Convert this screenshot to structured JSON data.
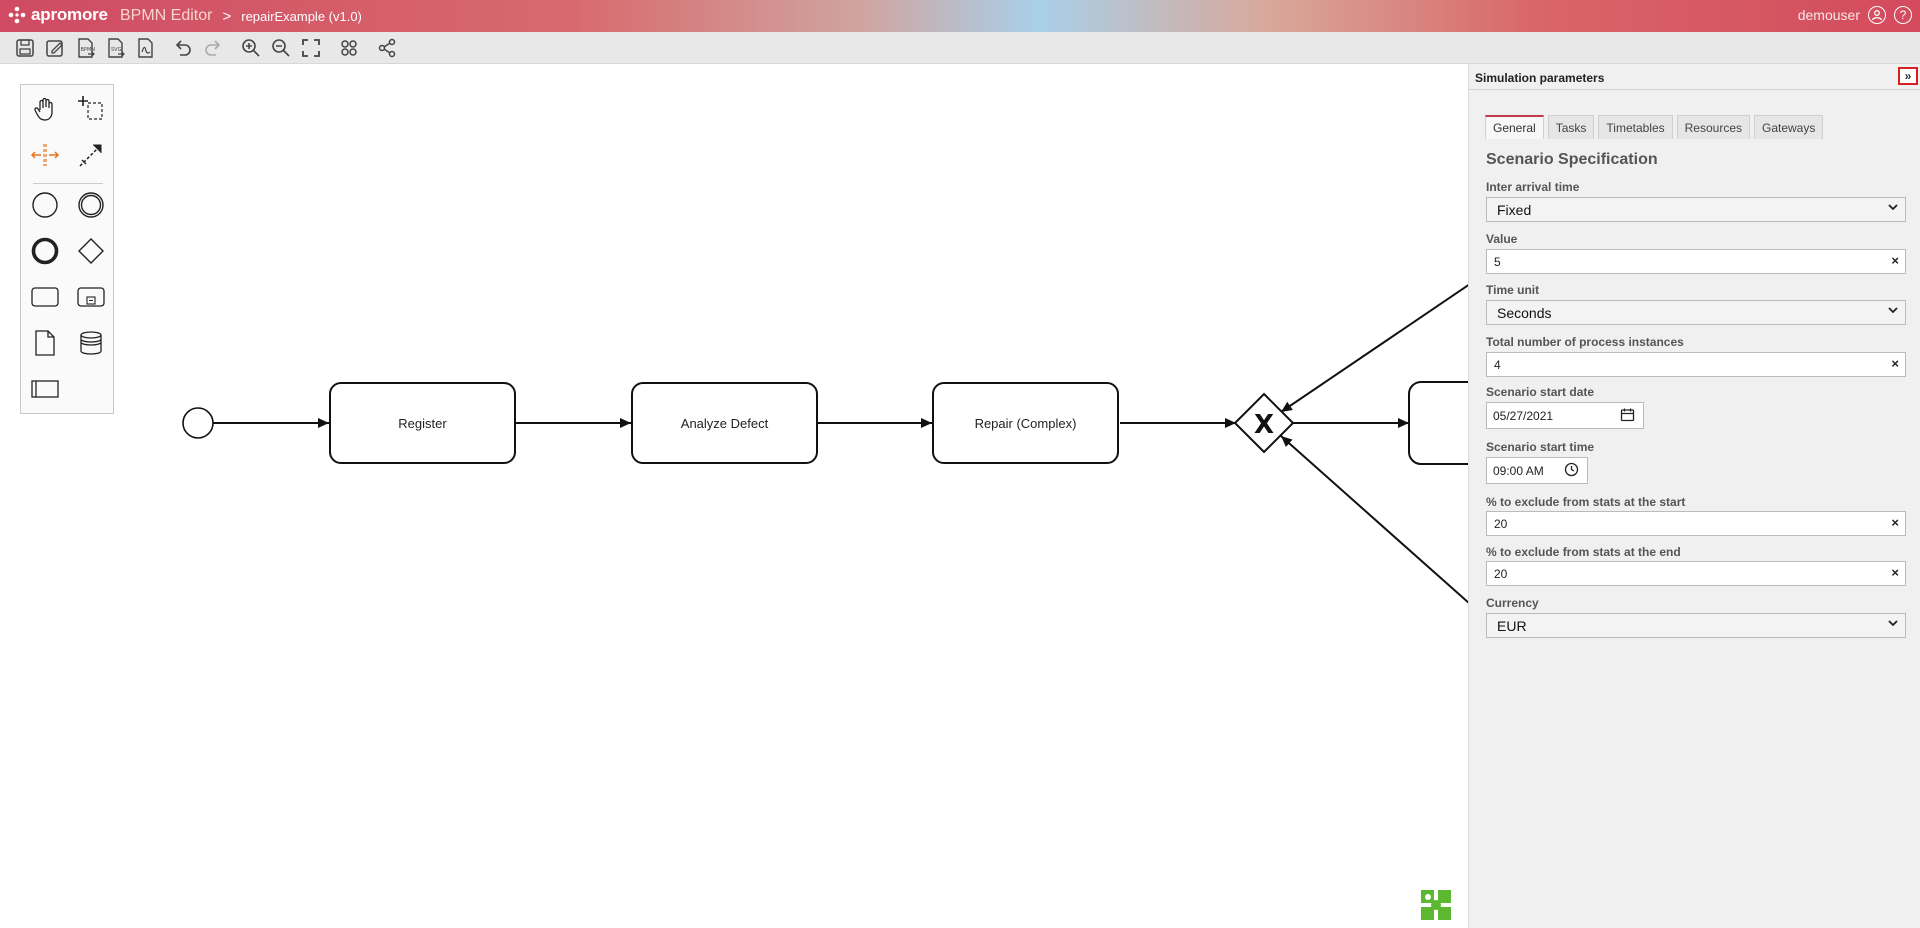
{
  "header": {
    "brand": "apromore",
    "editor": "BPMN Editor",
    "separator": ">",
    "document": "repairExample (v1.0)",
    "user": "demouser"
  },
  "toolbar": {
    "icons": [
      "save-icon",
      "save-as-icon",
      "export-bpmn-icon",
      "export-svg-icon",
      "export-pdf-icon",
      "undo-icon",
      "redo-icon",
      "zoom-in-icon",
      "zoom-out-icon",
      "fit-screen-icon",
      "simulation-icon",
      "share-icon"
    ]
  },
  "palette": {
    "tools": [
      "hand-tool",
      "lasso-tool",
      "space-tool",
      "connect-tool",
      "start-event",
      "intermediate-event",
      "end-event",
      "gateway",
      "task",
      "subprocess",
      "data-object",
      "data-store",
      "pool"
    ]
  },
  "diagram": {
    "tasks": [
      "Register",
      "Analyze Defect",
      "Repair (Complex)"
    ],
    "gateway_symbol": "X"
  },
  "panel": {
    "title": "Simulation parameters",
    "collapse_symbol": "»",
    "tabs": [
      "General",
      "Tasks",
      "Timetables",
      "Resources",
      "Gateways"
    ],
    "active_tab": "General",
    "section_title": "Scenario Specification",
    "fields": {
      "inter_arrival_label": "Inter arrival time",
      "inter_arrival_value": "Fixed",
      "value_label": "Value",
      "value_value": "5",
      "time_unit_label": "Time unit",
      "time_unit_value": "Seconds",
      "instances_label": "Total number of process instances",
      "instances_value": "4",
      "start_date_label": "Scenario start date",
      "start_date_value": "05/27/2021",
      "start_time_label": "Scenario start time",
      "start_time_value": "09:00 AM",
      "exclude_start_label": "% to exclude from stats at the start",
      "exclude_start_value": "20",
      "exclude_end_label": "% to exclude from stats at the end",
      "exclude_end_value": "20",
      "currency_label": "Currency",
      "currency_value": "EUR"
    },
    "clear_symbol": "×",
    "chevron_symbol": "⌄"
  },
  "colors": {
    "accent": "#c23a50",
    "space_tool": "#e8741e",
    "logo_green": "#5cb82e"
  }
}
